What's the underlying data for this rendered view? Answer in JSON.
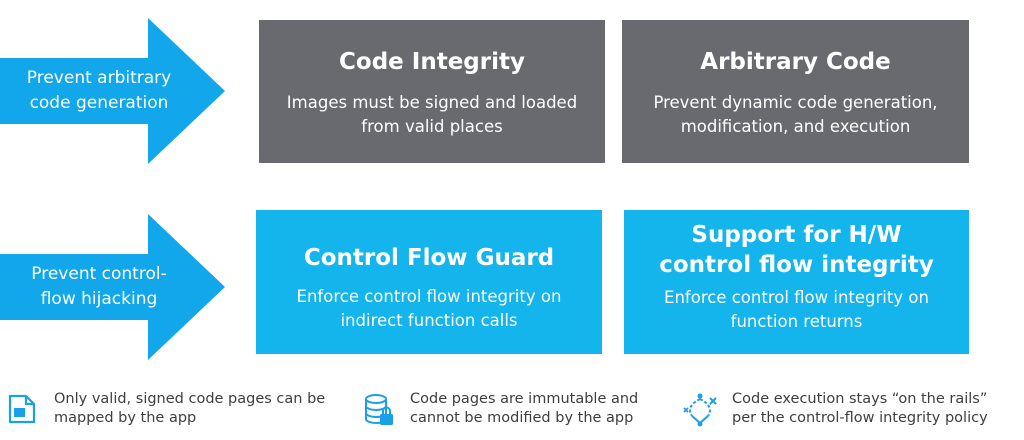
{
  "rows": [
    {
      "arrow_label": "Prevent arbitrary code generation",
      "boxes": [
        {
          "title": "Code Integrity",
          "description": "Images must be signed and loaded from valid places"
        },
        {
          "title": "Arbitrary Code",
          "description": "Prevent dynamic code generation, modification, and execution"
        }
      ]
    },
    {
      "arrow_label": "Prevent control-flow hijacking",
      "boxes": [
        {
          "title": "Control Flow Guard",
          "description": "Enforce control flow integrity on indirect function calls"
        },
        {
          "title": "Support for H/W control flow integrity",
          "description": "Enforce control flow integrity on function returns"
        }
      ]
    }
  ],
  "legend": [
    {
      "icon": "page-icon",
      "text_line1": "Only valid, signed code pages can be",
      "text_line2": "mapped by the app"
    },
    {
      "icon": "database-lock-icon",
      "text_line1": "Code pages are immutable and",
      "text_line2": "cannot be modified by the app"
    },
    {
      "icon": "flow-rails-icon",
      "text_line1": "Code execution stays “on the rails”",
      "text_line2": "per the control-flow integrity policy"
    }
  ],
  "colors": {
    "arrow": "#12a6eb",
    "box_gray": "#686a70",
    "box_blue": "#14b4ec",
    "legend_icon": "#1aa0e8"
  }
}
